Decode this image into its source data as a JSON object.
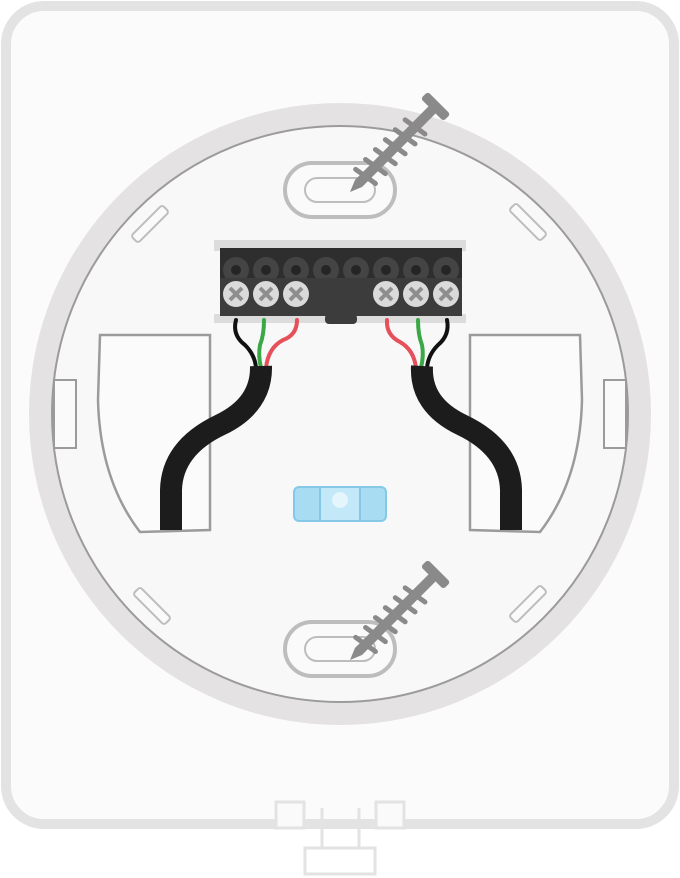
{
  "illustration": {
    "subject": "thermostat-wall-plate-wiring",
    "icons": [
      "wall-plate",
      "terminal-block",
      "terminal-screw-icon",
      "wall-screw-icon",
      "bubble-level-icon",
      "cable"
    ],
    "colors": {
      "frame": "#e3e3e3",
      "plate_ring": "#e4e2e2",
      "plate_face": "#f8f8f8",
      "terminal_body": "#3a3a3a",
      "screw_head": "#d9d9d9",
      "cable": "#1c1c1c",
      "wire_black": "#111111",
      "wire_green": "#3aa845",
      "wire_red": "#e5505a",
      "level": "#a8dcf2",
      "wall_screw": "#8a8a8a"
    },
    "terminal_count": 8,
    "screws_fitted": 6
  }
}
